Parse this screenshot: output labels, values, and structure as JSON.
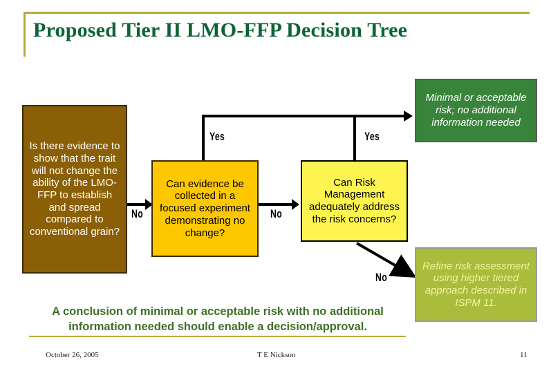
{
  "slide": {
    "title": "Proposed Tier II LMO-FFP Decision Tree"
  },
  "flow": {
    "question_1": "Is there evidence to show that the trait will not change the ability of the LMO-FFP to establish and spread compared to conventional grain?",
    "question_2": "Can evidence be collected in a focused experiment demonstrating no change?",
    "question_3": "Can Risk Management adequately address the risk concerns?",
    "outcome_positive": "Minimal or acceptable risk; no additional information needed",
    "outcome_negative": "Refine risk assessment using higher tiered approach described in ISPM 11."
  },
  "edges": {
    "no_1": "No",
    "no_2": "No",
    "no_3": "No",
    "yes_1": "Yes",
    "yes_2": "Yes"
  },
  "conclusion": "A conclusion of minimal or acceptable risk with no additional information needed should enable a decision/approval.",
  "footer": {
    "date": "October 26, 2005",
    "author": "T E Nickson",
    "page": "11"
  },
  "colors": {
    "title_green": "#0d6336",
    "gold_rule": "#b9a93c",
    "brown_box": "#8a5f06",
    "yellow_box_1": "#fdc800",
    "yellow_box_2": "#fdf450",
    "green_box": "#38843a",
    "olive_box": "#aabc3c",
    "conclusion_green": "#3d7024"
  }
}
